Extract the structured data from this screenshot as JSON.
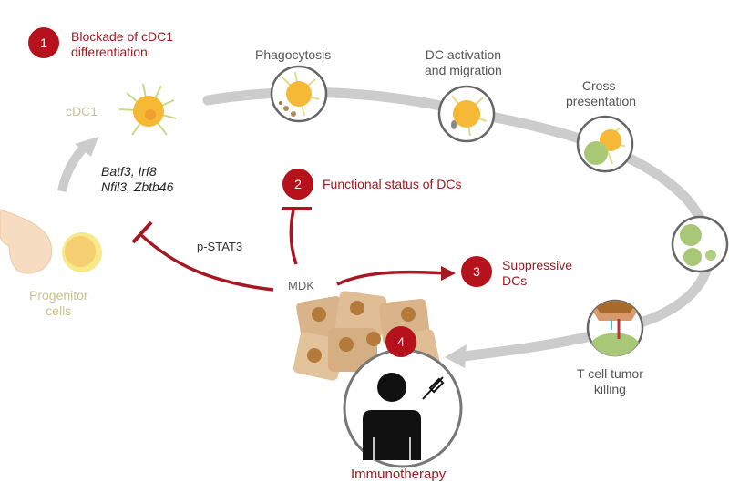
{
  "title": "MDK effects on cDC1 and anti-tumor immunity",
  "steps": [
    {
      "number": "1",
      "label_line1": "Blockade of cDC1",
      "label_line2": "differentiation"
    },
    {
      "number": "2",
      "label_line1": "Functional status of DCs"
    },
    {
      "number": "3",
      "label_line1": "Suppressive",
      "label_line2": "DCs"
    },
    {
      "number": "4",
      "label_line1": "Immunotherapy"
    }
  ],
  "cycle": {
    "phagocytosis": "Phagocytosis",
    "activation_line1": "DC activation",
    "activation_line2": "and migration",
    "cross_line1": "Cross-",
    "cross_line2": "presentation",
    "killing_line1": "T cell tumor",
    "killing_line2": "killing"
  },
  "cells": {
    "cdc1": "cDC1",
    "progenitor_line1": "Progenitor",
    "progenitor_line2": "cells"
  },
  "genes": {
    "line1": "Batf3, Irf8",
    "line2": "Nfil3, Zbtb46"
  },
  "signals": {
    "pstat3": "p-STAT3",
    "mdk": "MDK"
  },
  "colors": {
    "accent_red": "#b5121b",
    "label_red": "#9b1b22",
    "cycle_gray": "#c8c8c8",
    "dc_yellow": "#f5b935",
    "tcell_green": "#9cc46a"
  }
}
